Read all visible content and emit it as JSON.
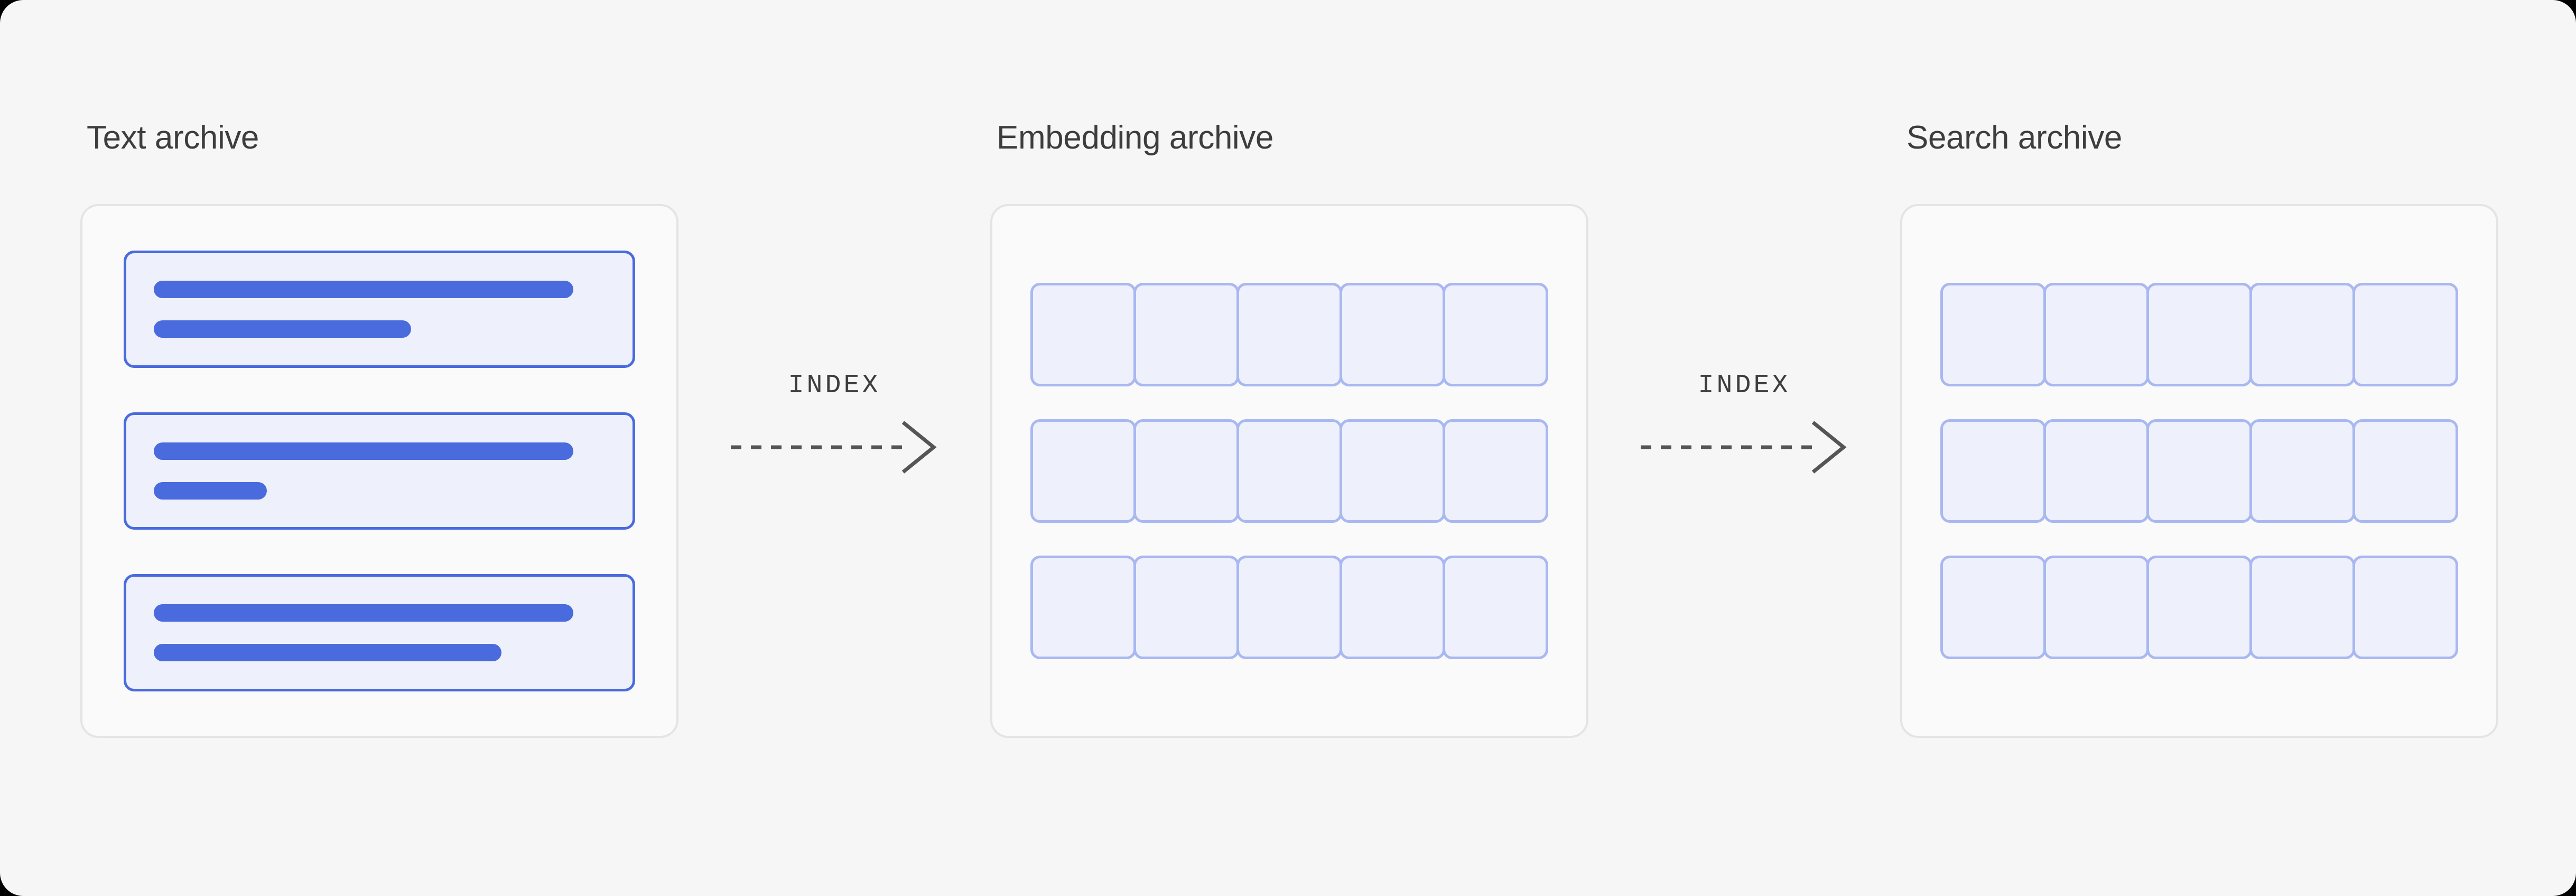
{
  "diagram": {
    "title": "Text archive to Embedding archive to Search archive indexing pipeline",
    "background_color": "#f6f6f6",
    "accent_color": "#4a6bde",
    "cell_fill_color": "#eef1fb",
    "cell_border_color": "#a9b8f0",
    "panel_border_color": "#e4e4e4",
    "text_color": "#3d3d3d"
  },
  "stages": [
    {
      "id": "text-archive",
      "title": "Text archive",
      "kind": "document-list",
      "documents": [
        {
          "lines": [
            93,
            57
          ]
        },
        {
          "lines": [
            93,
            25
          ]
        },
        {
          "lines": [
            93,
            77
          ]
        }
      ]
    },
    {
      "id": "embedding-archive",
      "title": "Embedding archive",
      "kind": "cell-grid",
      "rows": 3,
      "columns": 5
    },
    {
      "id": "search-archive",
      "title": "Search archive",
      "kind": "cell-grid",
      "rows": 3,
      "columns": 5
    }
  ],
  "connectors": [
    {
      "id": "index-1",
      "label": "INDEX",
      "style": "dashed-arrow",
      "direction": "right"
    },
    {
      "id": "index-2",
      "label": "INDEX",
      "style": "dashed-arrow",
      "direction": "right"
    }
  ]
}
